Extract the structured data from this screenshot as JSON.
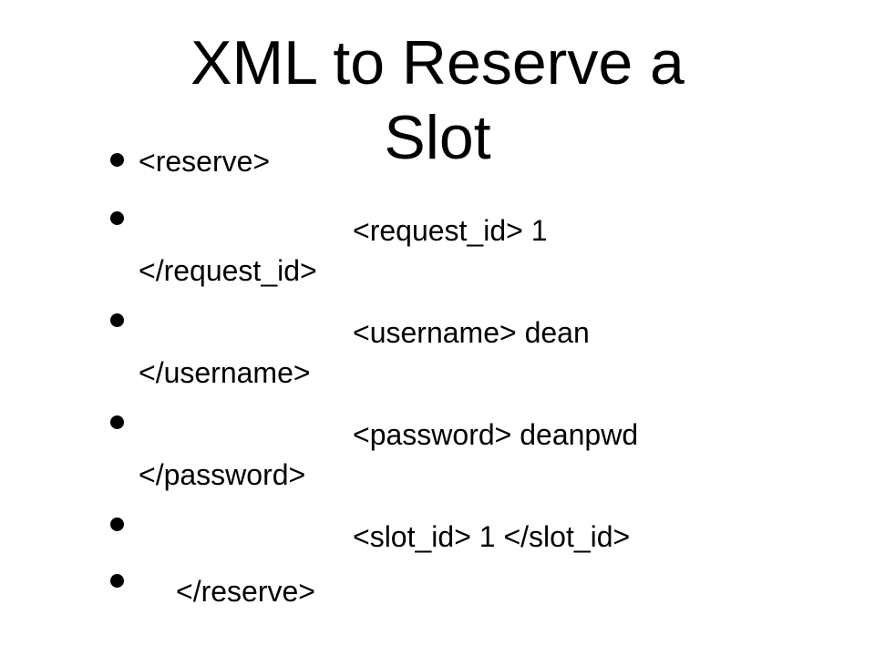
{
  "slide": {
    "title_line1": "XML to Reserve a",
    "title_line2": "Slot",
    "bullets": [
      {
        "line1": "<reserve>"
      },
      {
        "line1": "<request_id> 1",
        "line2": "</request_id>"
      },
      {
        "line1": "<username> dean",
        "line2": "</username>"
      },
      {
        "line1": "<password> deanpwd",
        "line2": "</password>"
      },
      {
        "line1": "<slot_id> 1 </slot_id>"
      },
      {
        "line1": "</reserve>"
      }
    ]
  }
}
